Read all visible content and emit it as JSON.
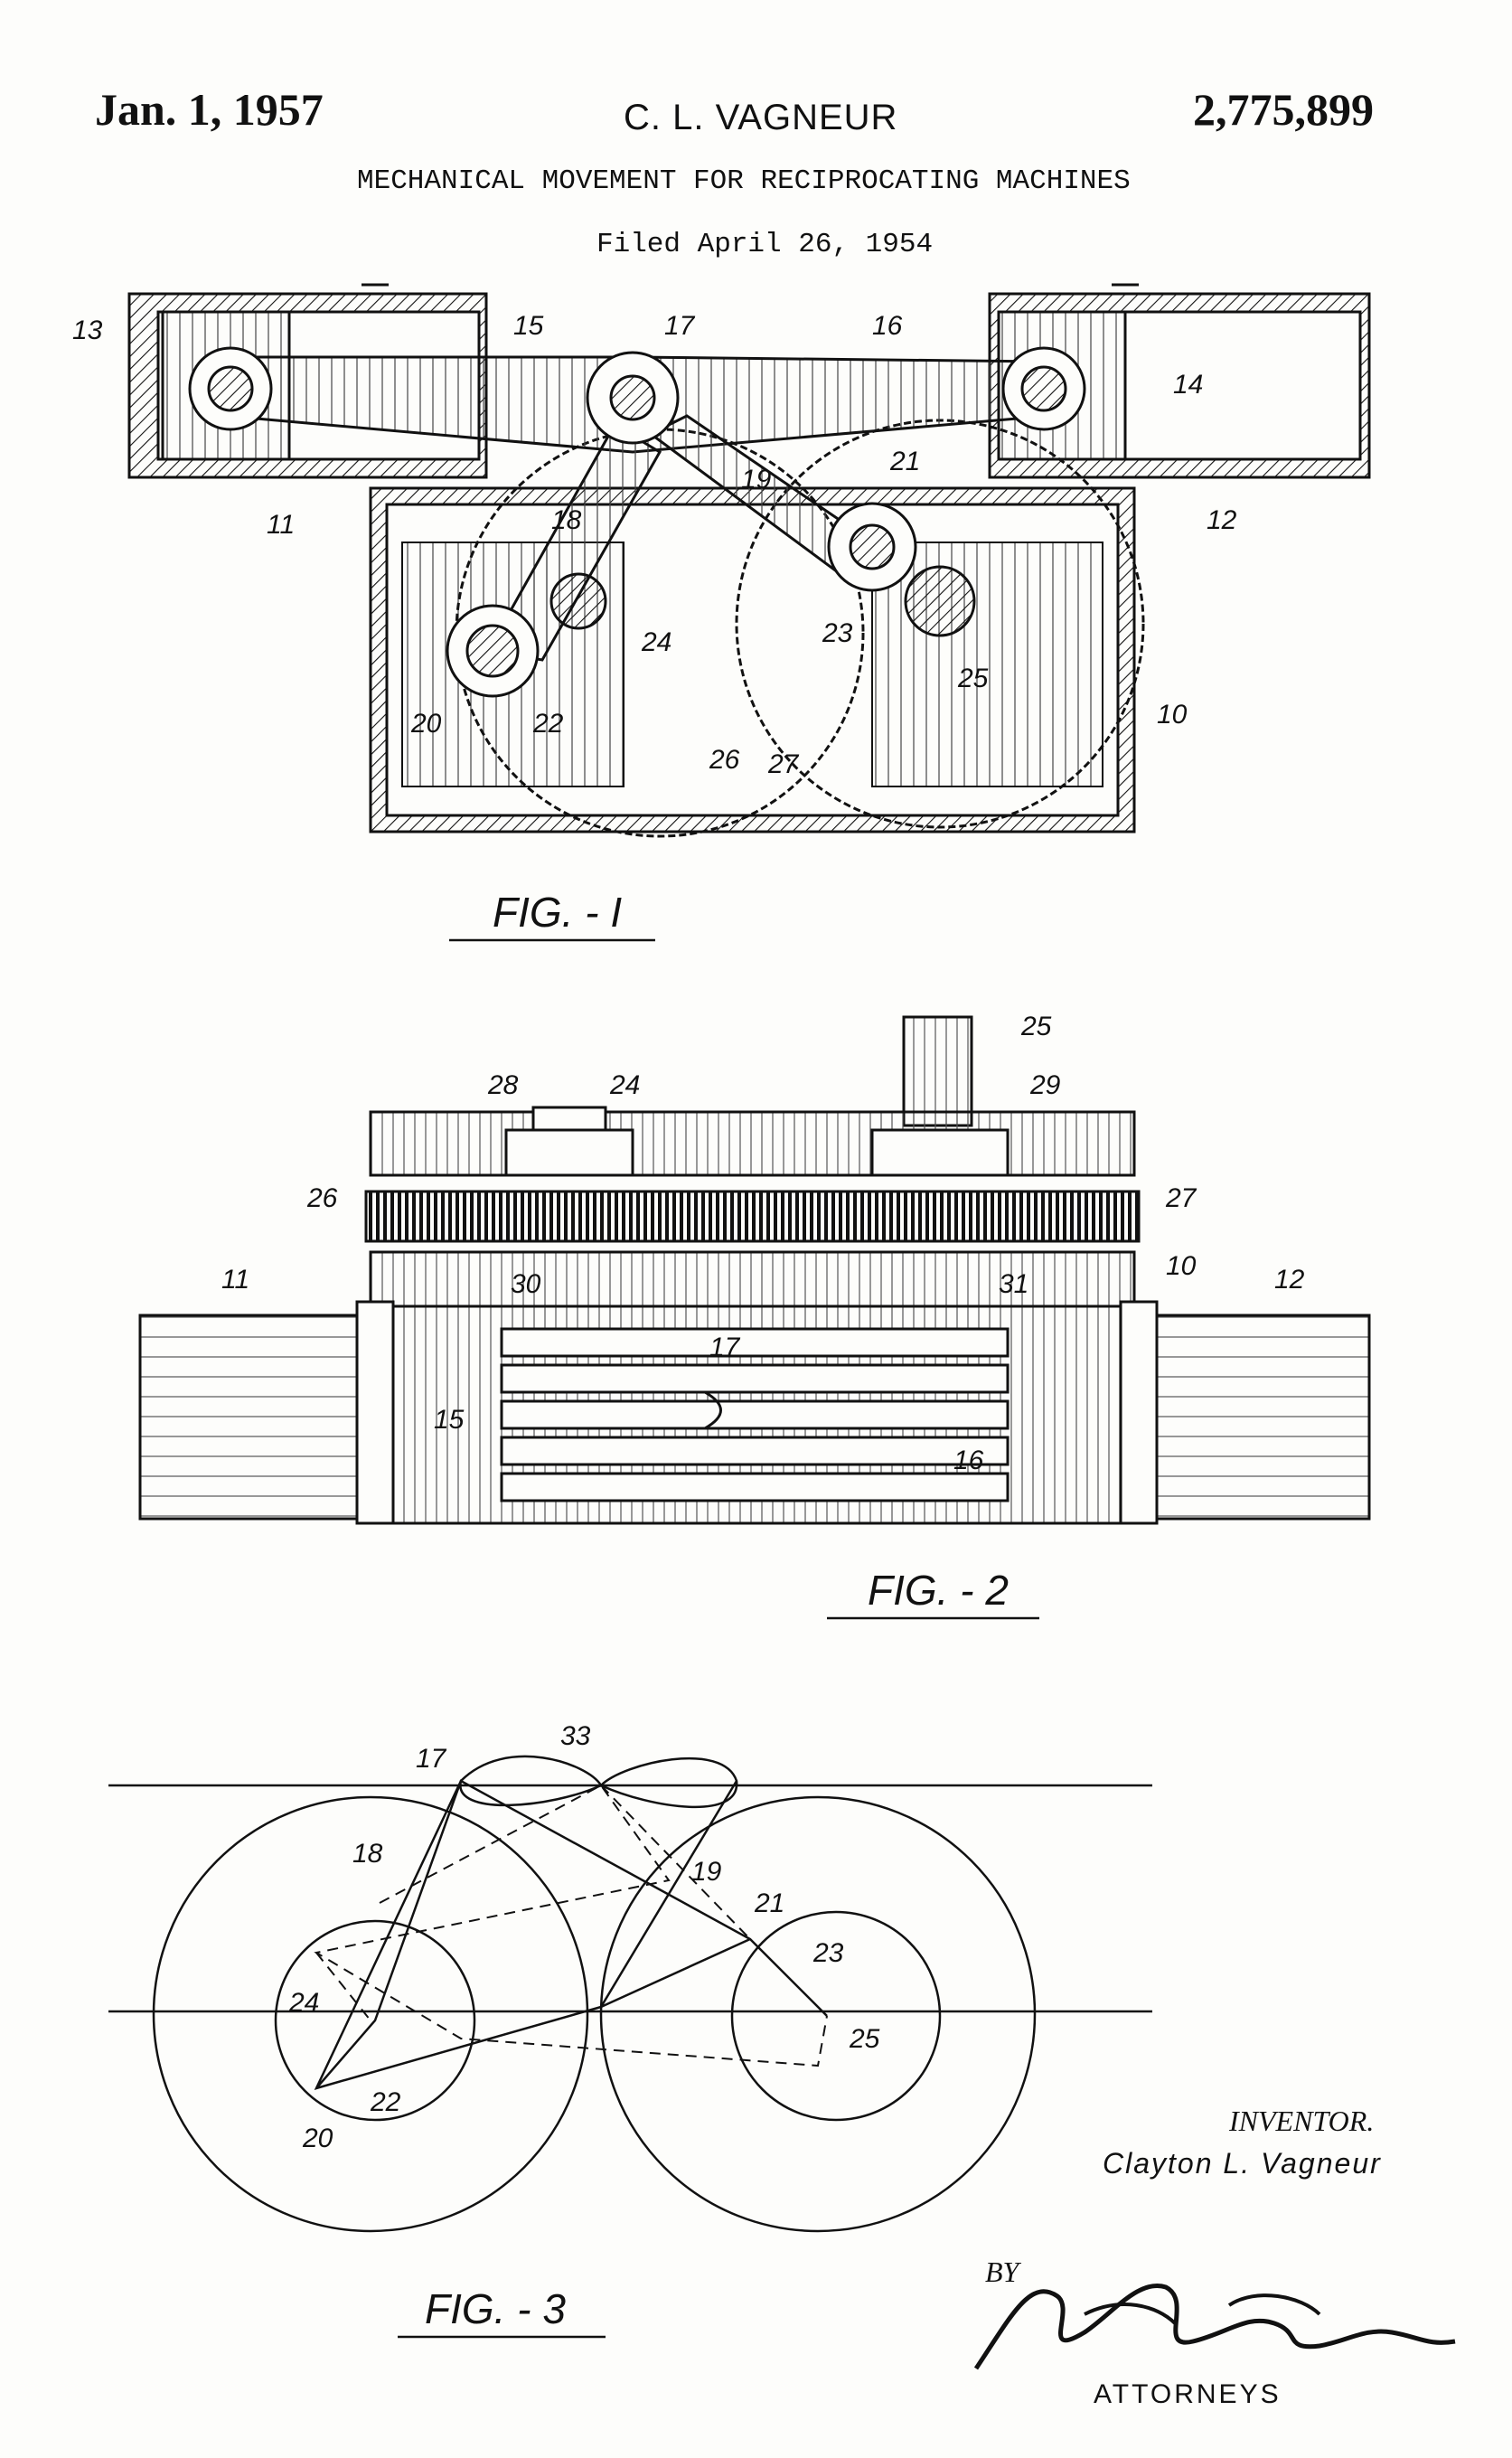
{
  "header": {
    "date": "Jan. 1, 1957",
    "inventor_short": "C. L. VAGNEUR",
    "patent_number": "2,775,899",
    "title": "MECHANICAL MOVEMENT FOR RECIPROCATING MACHINES",
    "filed": "Filed April 26, 1954"
  },
  "figures": [
    {
      "caption": "FIG. - I",
      "labels": [
        "13",
        "15",
        "17",
        "16",
        "14",
        "11",
        "19",
        "21",
        "12",
        "18",
        "24",
        "23",
        "25",
        "20",
        "22",
        "26",
        "27",
        "10"
      ]
    },
    {
      "caption": "FIG. - 2",
      "labels": [
        "25",
        "28",
        "24",
        "29",
        "26",
        "27",
        "10",
        "11",
        "12",
        "30",
        "31",
        "17",
        "15",
        "16"
      ]
    },
    {
      "caption": "FIG. - 3",
      "labels": [
        "17",
        "33",
        "18",
        "19",
        "21",
        "23",
        "24",
        "25",
        "22",
        "20"
      ]
    }
  ],
  "signature_block": {
    "inventor_heading": "INVENTOR.",
    "inventor_name": "Clayton L. Vagneur",
    "by": "BY",
    "signature": "McGrew and Edwards",
    "attorneys": "ATTORNEYS"
  }
}
